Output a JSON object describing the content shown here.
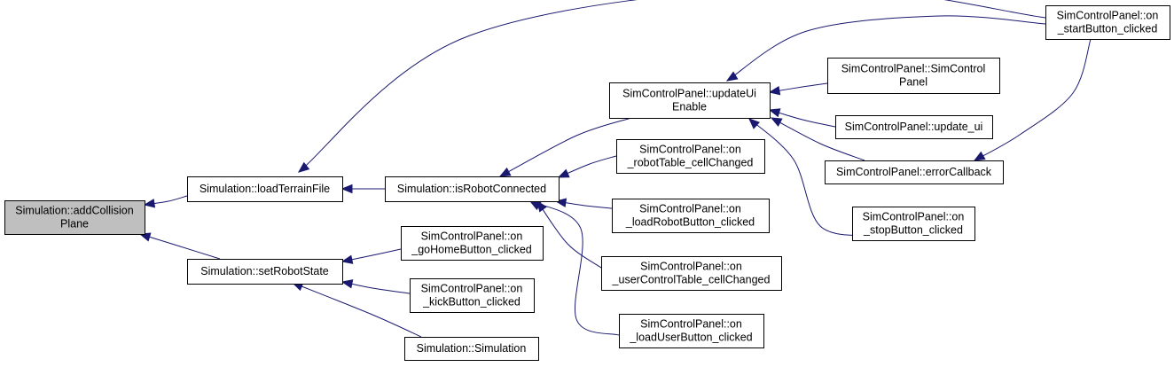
{
  "colors": {
    "edge": "#191970",
    "node_border": "#000000",
    "node_fill": "#ffffff",
    "focus_fill": "#bfbfbf",
    "text": "#000000"
  },
  "nodes": [
    {
      "id": "addCollisionPlane",
      "lines": [
        "Simulation::addCollision",
        "Plane"
      ],
      "focus": true
    },
    {
      "id": "loadTerrainFile",
      "lines": [
        "Simulation::loadTerrainFile"
      ]
    },
    {
      "id": "setRobotState",
      "lines": [
        "Simulation::setRobotState"
      ]
    },
    {
      "id": "isRobotConnected",
      "lines": [
        "Simulation::isRobotConnected"
      ]
    },
    {
      "id": "goHome",
      "lines": [
        "SimControlPanel::on",
        "_goHomeButton_clicked"
      ]
    },
    {
      "id": "kick",
      "lines": [
        "SimControlPanel::on",
        "_kickButton_clicked"
      ]
    },
    {
      "id": "simulationCtor",
      "lines": [
        "Simulation::Simulation"
      ]
    },
    {
      "id": "updateUiEnable",
      "lines": [
        "SimControlPanel::updateUi",
        "Enable"
      ]
    },
    {
      "id": "robotTable",
      "lines": [
        "SimControlPanel::on",
        "_robotTable_cellChanged"
      ]
    },
    {
      "id": "loadRobot",
      "lines": [
        "SimControlPanel::on",
        "_loadRobotButton_clicked"
      ]
    },
    {
      "id": "userControlTable",
      "lines": [
        "SimControlPanel::on",
        "_userControlTable_cellChanged"
      ]
    },
    {
      "id": "loadUser",
      "lines": [
        "SimControlPanel::on",
        "_loadUserButton_clicked"
      ]
    },
    {
      "id": "ctor",
      "lines": [
        "SimControlPanel::SimControl",
        "Panel"
      ]
    },
    {
      "id": "updateUi",
      "lines": [
        "SimControlPanel::update_ui"
      ]
    },
    {
      "id": "errorCallback",
      "lines": [
        "SimControlPanel::errorCallback"
      ]
    },
    {
      "id": "stop",
      "lines": [
        "SimControlPanel::on",
        "_stopButton_clicked"
      ]
    },
    {
      "id": "start",
      "lines": [
        "SimControlPanel::on",
        "_startButton_clicked"
      ]
    }
  ],
  "edges": [
    {
      "from": "loadTerrainFile",
      "to": "addCollisionPlane"
    },
    {
      "from": "setRobotState",
      "to": "addCollisionPlane"
    },
    {
      "from": "isRobotConnected",
      "to": "loadTerrainFile"
    },
    {
      "from": "start",
      "to": "loadTerrainFile"
    },
    {
      "from": "goHome",
      "to": "setRobotState"
    },
    {
      "from": "kick",
      "to": "setRobotState"
    },
    {
      "from": "simulationCtor",
      "to": "setRobotState"
    },
    {
      "from": "updateUiEnable",
      "to": "isRobotConnected"
    },
    {
      "from": "robotTable",
      "to": "isRobotConnected"
    },
    {
      "from": "loadRobot",
      "to": "isRobotConnected"
    },
    {
      "from": "userControlTable",
      "to": "isRobotConnected"
    },
    {
      "from": "loadUser",
      "to": "isRobotConnected"
    },
    {
      "from": "start",
      "to": "updateUiEnable"
    },
    {
      "from": "ctor",
      "to": "updateUiEnable"
    },
    {
      "from": "updateUi",
      "to": "updateUiEnable"
    },
    {
      "from": "errorCallback",
      "to": "updateUiEnable"
    },
    {
      "from": "stop",
      "to": "updateUiEnable"
    },
    {
      "from": "start",
      "to": "errorCallback"
    }
  ]
}
